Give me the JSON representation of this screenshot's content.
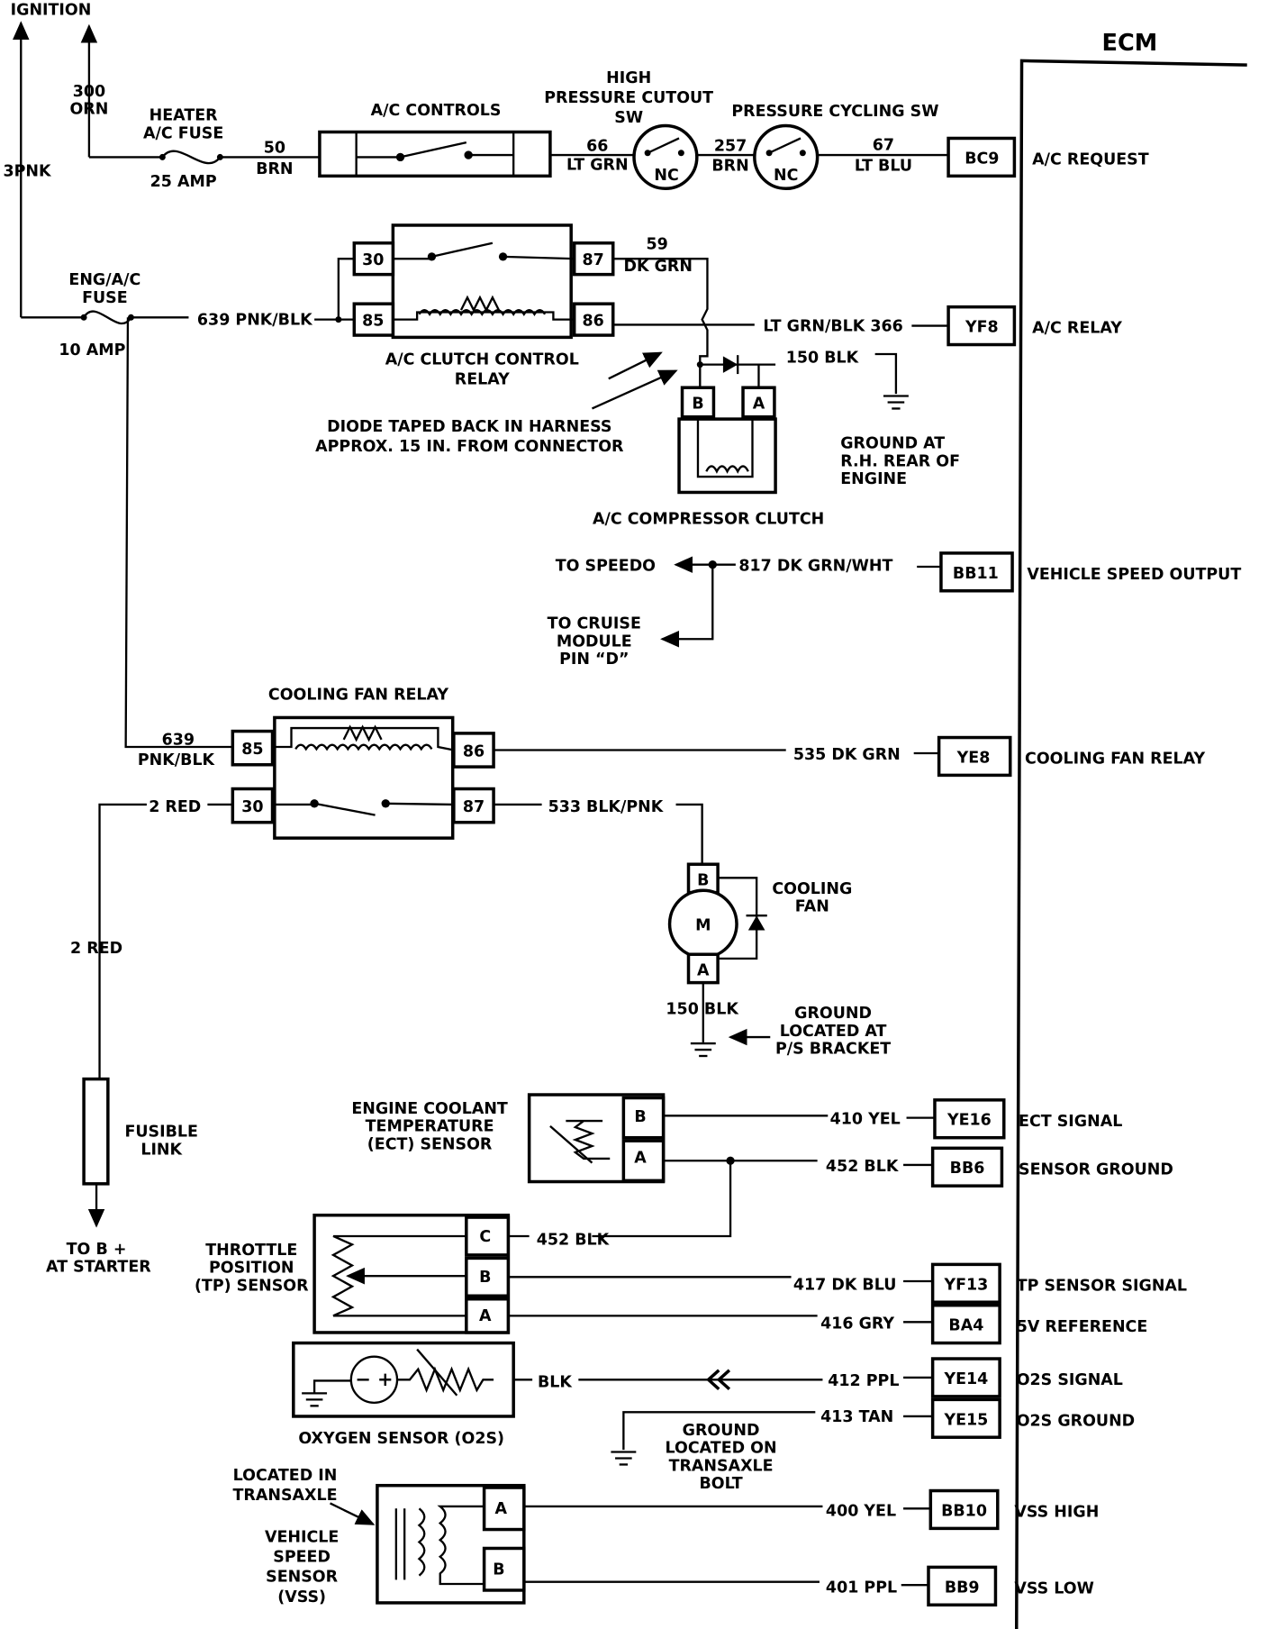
{
  "title": "ECM",
  "ignition": {
    "label": "IGNITION",
    "wire_left": "3PNK",
    "wire_right_num": "300",
    "wire_right_color": "ORN"
  },
  "heater_fuse": {
    "name1": "HEATER",
    "name2": "A/C FUSE",
    "rating": "25  AMP"
  },
  "eng_fuse": {
    "name1": "ENG/A/C",
    "name2": "FUSE",
    "rating": "10 AMP"
  },
  "ac_controls": {
    "label": "A/C  CONTROLS",
    "wire_in_num": "50",
    "wire_in_color": "BRN"
  },
  "high_pressure": {
    "label1": "HIGH",
    "label2": "PRESSURE CUTOUT",
    "label3": "SW",
    "contact": "NC",
    "wire_num": "66",
    "wire_color": "LT GRN"
  },
  "pressure_cycling": {
    "label": "PRESSURE CYCLING SW",
    "contact": "NC",
    "wire_in_num": "257",
    "wire_in_color": "BRN",
    "wire_out_num": "67",
    "wire_out_color": "LT BLU"
  },
  "clutch_relay": {
    "label1": "A/C CLUTCH CONTROL",
    "label2": "RELAY",
    "terminals": [
      "30",
      "85",
      "87",
      "86"
    ],
    "wire_in": "639 PNK/BLK",
    "wire_87_num": "59",
    "wire_87_color": "DK GRN",
    "wire_86": "LT GRN/BLK 366"
  },
  "diode_note": {
    "line1": "DIODE TAPED BACK IN HARNESS",
    "line2": "APPROX. 15 IN. FROM CONNECTOR"
  },
  "compressor": {
    "label": "A/C COMPRESSOR CLUTCH",
    "terminals": [
      "B",
      "A"
    ],
    "ground_wire": "150 BLK",
    "ground1": "GROUND AT",
    "ground2": "R.H. REAR OF",
    "ground3": "ENGINE"
  },
  "speed": {
    "to_speedo": "TO SPEEDO",
    "wire": "817 DK GRN/WHT",
    "cruise1": "TO CRUISE",
    "cruise2": "MODULE",
    "cruise3": "PIN “D”"
  },
  "fan_relay": {
    "label": "COOLING FAN RELAY",
    "terminals": [
      "85",
      "30",
      "86",
      "87"
    ],
    "wire_85_num": "639",
    "wire_85_color": "PNK/BLK",
    "wire_30": "2 RED",
    "wire_86": "535 DK GRN",
    "wire_87": "533 BLK/PNK"
  },
  "fan": {
    "label1": "COOLING",
    "label2": "FAN",
    "motor": "M",
    "terminals": [
      "B",
      "A"
    ],
    "ground_wire": "150 BLK",
    "ground1": "GROUND",
    "ground2": "LOCATED AT",
    "ground3": "P/S BRACKET"
  },
  "fusible": {
    "wire": "2 RED",
    "label1": "FUSIBLE",
    "label2": "LINK",
    "to1": "TO B +",
    "to2": "AT STARTER"
  },
  "ect": {
    "label1": "ENGINE COOLANT",
    "label2": "TEMPERATURE",
    "label3": "(ECT) SENSOR",
    "terminals": [
      "B",
      "A"
    ],
    "wire_b": "410 YEL",
    "wire_a": "452 BLK"
  },
  "tp": {
    "label1": "THROTTLE",
    "label2": "POSITION",
    "label3": "(TP) SENSOR",
    "terminals": [
      "C",
      "B",
      "A"
    ],
    "wire_c": "452 BLK",
    "wire_b": "417 DK BLU",
    "wire_a": "416 GRY"
  },
  "o2s": {
    "label": "OXYGEN SENSOR (O2S)",
    "wire": "BLK",
    "wire_sig": "412 PPL",
    "wire_gnd": "413 TAN",
    "ground1": "GROUND",
    "ground2": "LOCATED ON",
    "ground3": "TRANSAXLE",
    "ground4": "BOLT"
  },
  "vss": {
    "loc1": "LOCATED IN",
    "loc2": "TRANSAXLE",
    "label1": "VEHICLE",
    "label2": "SPEED",
    "label3": "SENSOR",
    "label4": "(VSS)",
    "terminals": [
      "A",
      "B"
    ],
    "wire_a": "400 YEL",
    "wire_b": "401 PPL"
  },
  "ecm_pins": [
    {
      "pin": "BC9",
      "name": "A/C REQUEST"
    },
    {
      "pin": "YF8",
      "name": "A/C RELAY"
    },
    {
      "pin": "BB11",
      "name": "VEHICLE SPEED OUTPUT"
    },
    {
      "pin": "YE8",
      "name": "COOLING FAN RELAY"
    },
    {
      "pin": "YE16",
      "name": "ECT SIGNAL"
    },
    {
      "pin": "BB6",
      "name": "SENSOR GROUND"
    },
    {
      "pin": "YF13",
      "name": "TP SENSOR SIGNAL"
    },
    {
      "pin": "BA4",
      "name": "5V REFERENCE"
    },
    {
      "pin": "YE14",
      "name": "O2S  SIGNAL"
    },
    {
      "pin": "YE15",
      "name": "O2S  GROUND"
    },
    {
      "pin": "BB10",
      "name": "VSS HIGH"
    },
    {
      "pin": "BB9",
      "name": "VSS LOW"
    }
  ]
}
